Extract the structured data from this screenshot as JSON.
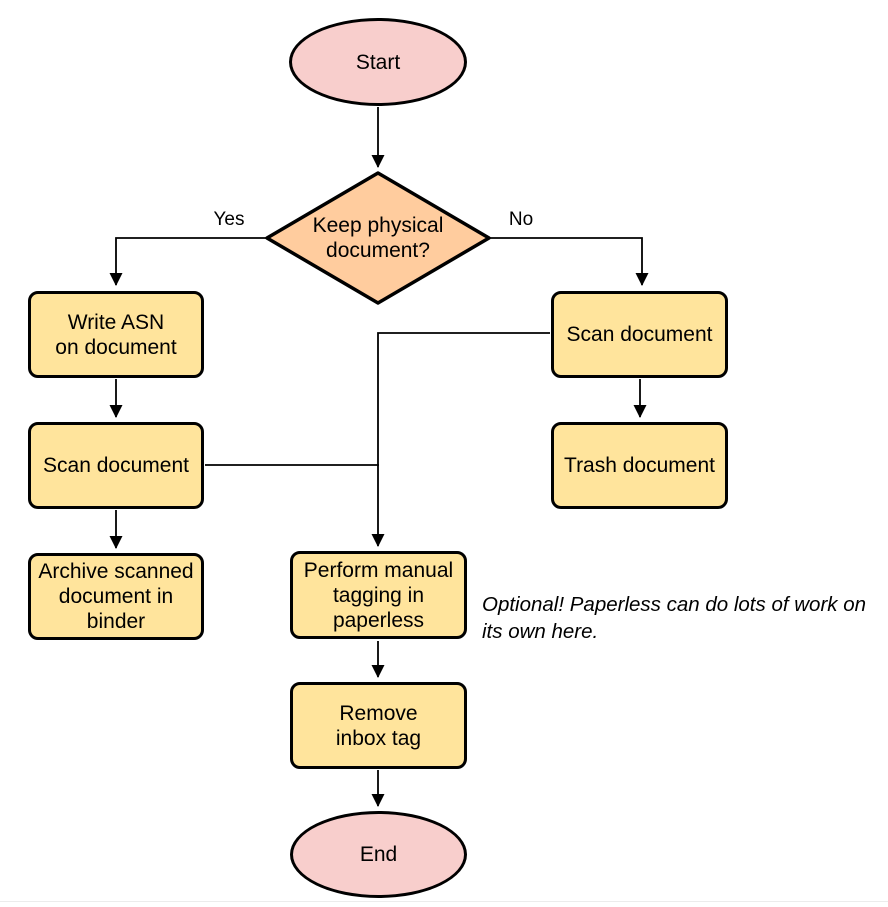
{
  "diagram": {
    "nodes": {
      "start": "Start",
      "decision": "Keep physical\ndocument?",
      "write_asn": "Write ASN\non document",
      "scan_left": "Scan document",
      "archive": "Archive scanned\ndocument in\nbinder",
      "scan_right": "Scan document",
      "trash": "Trash document",
      "tagging": "Perform manual\ntagging in\npaperless",
      "remove_inbox": "Remove\ninbox tag",
      "end": "End"
    },
    "edge_labels": {
      "yes": "Yes",
      "no": "No"
    },
    "annotation": "Optional! Paperless can do lots of work on\nits own here.",
    "colors": {
      "terminal_fill": "#f8cecc",
      "decision_fill": "#ffcc9e",
      "process_fill": "#ffe49c",
      "stroke": "#000000"
    }
  }
}
